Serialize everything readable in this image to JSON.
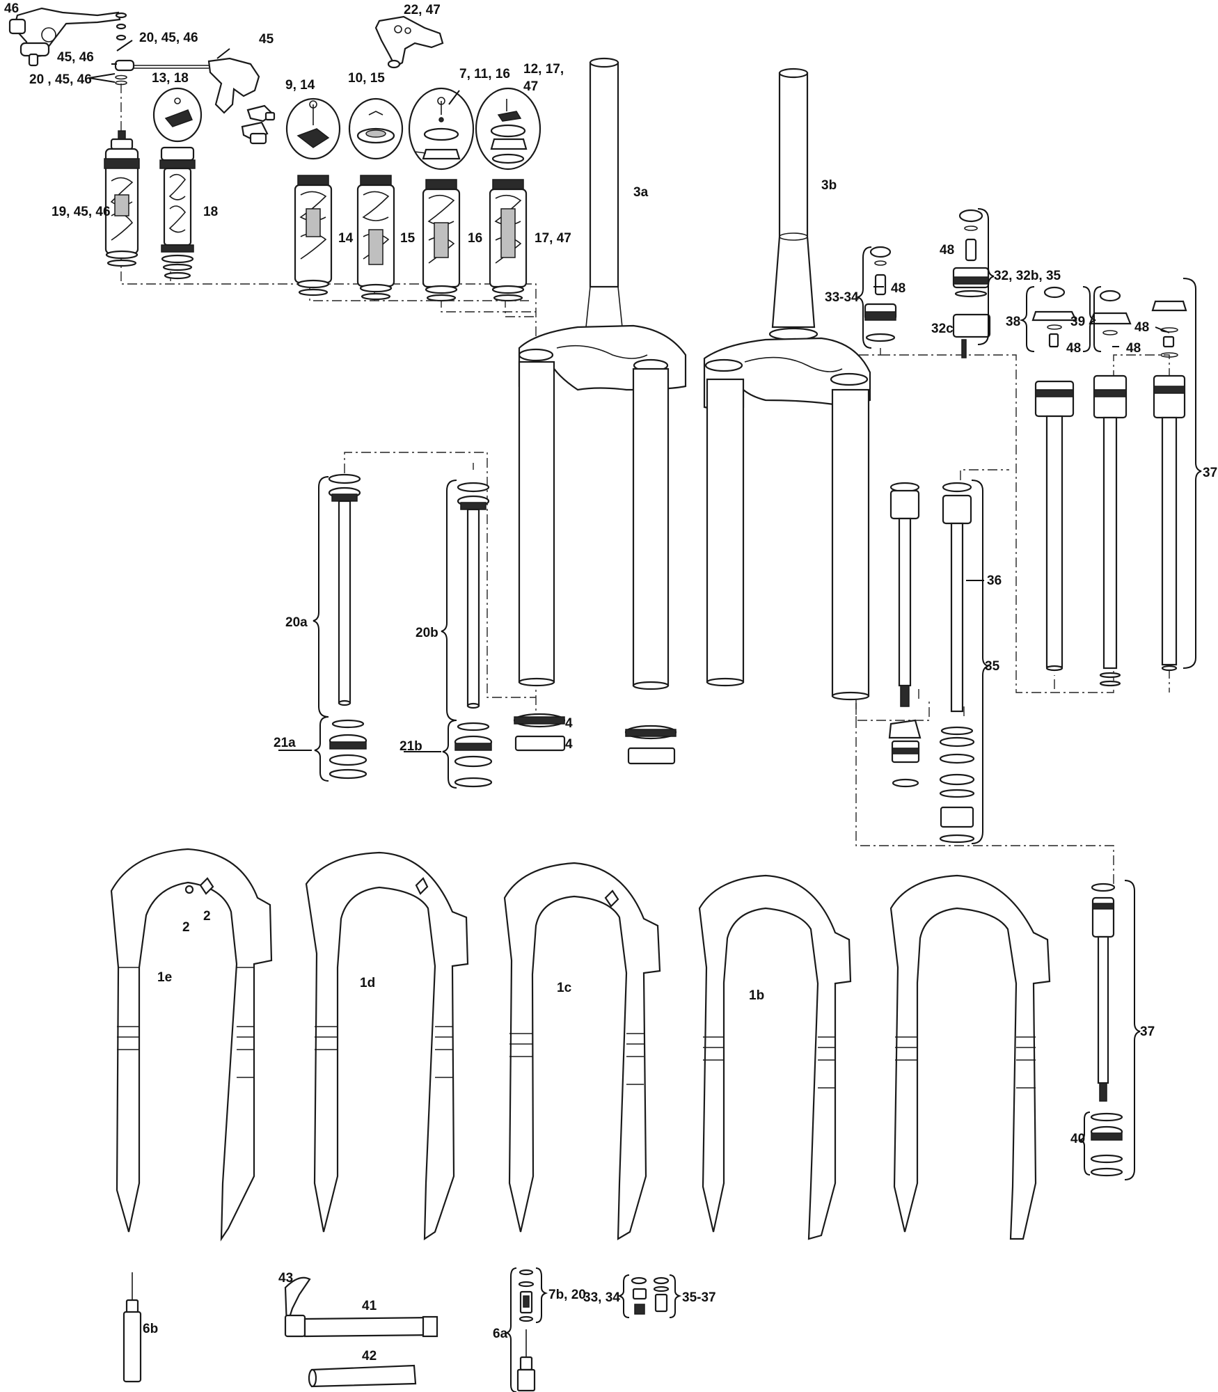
{
  "diagram": {
    "colors": {
      "line": "#1a1a1a",
      "shade": "#bfbfbf",
      "background": "#ffffff"
    },
    "callouts": {
      "c46": "46",
      "c20_45_46_top": "20, 45, 46",
      "c45_top": "45",
      "c45_46": "45, 46",
      "c20_45_46_b": "20 , 45, 46",
      "c13_18": "13, 18",
      "c22_47": "22, 47",
      "c9_14": "9, 14",
      "c10_15": "10, 15",
      "c7_11_16": "7, 11, 16",
      "c12_17_47": "12, 17,",
      "c12_17_47_b": "47",
      "c19_45_46": "19, 45, 46",
      "c18": "18",
      "c14": "14",
      "c15": "15",
      "c16": "16",
      "c17_47": "17, 47",
      "c3a": "3a",
      "c3b": "3b",
      "c48_a": "48",
      "c32": "32, 32b, 35",
      "c33_34": "33-34",
      "c48_b": "48",
      "c32c": "32c",
      "c38": "38",
      "c39": "39",
      "c48_c": "48",
      "c48_d": "48",
      "c48_e": "48",
      "c37_top": "37",
      "c20a": "20a",
      "c20b": "20b",
      "c36": "36",
      "c35": "35",
      "c4_a": "4",
      "c4_b": "4",
      "c21a": "21a",
      "c21b": "21b",
      "c2_a": "2",
      "c2_b": "2",
      "c1e": "1e",
      "c1d": "1d",
      "c1c": "1c",
      "c1b": "1b",
      "c37_bottom": "37",
      "c40": "40",
      "c43": "43",
      "c41": "41",
      "c42": "42",
      "c6b": "6b",
      "c7b_20": "7b, 20",
      "c33_34_b": "33, 34",
      "c35_37": "35-37",
      "c6a": "6a"
    }
  }
}
